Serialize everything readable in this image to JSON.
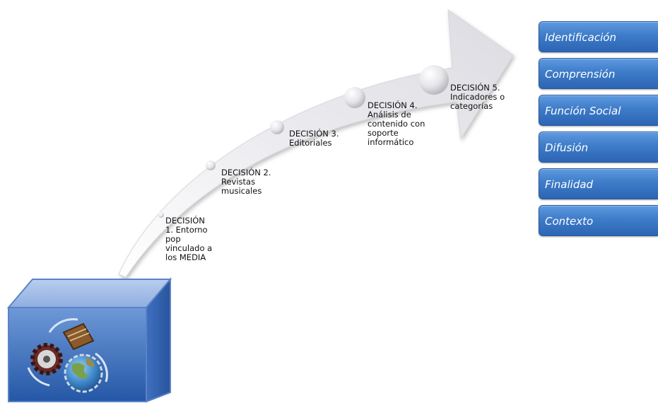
{
  "decisions": [
    {
      "label": "DECISIÓN\n1.  Entorno\npop\nvinculado a\nlos MEDIA"
    },
    {
      "label": "DECISIÓN 2.\nRevistas\nmusicales"
    },
    {
      "label": "DECISIÓN  3.\nEditoriales"
    },
    {
      "label": "DECISIÓN 4.\nAnálisis de\ncontenido con\nsoporte\ninformático"
    },
    {
      "label": "DECISIÓN 5.\nIndicadores o\ncategorías"
    }
  ],
  "categories": [
    {
      "label": "Identificación"
    },
    {
      "label": "Comprensión"
    },
    {
      "label": "Función Social"
    },
    {
      "label": "Difusión"
    },
    {
      "label": "Finalidad"
    },
    {
      "label": "Contexto"
    }
  ],
  "colors": {
    "category_fill": "#3e7cc9",
    "cube_front": "#2f63b5",
    "arrow": "#e8e8ec"
  }
}
